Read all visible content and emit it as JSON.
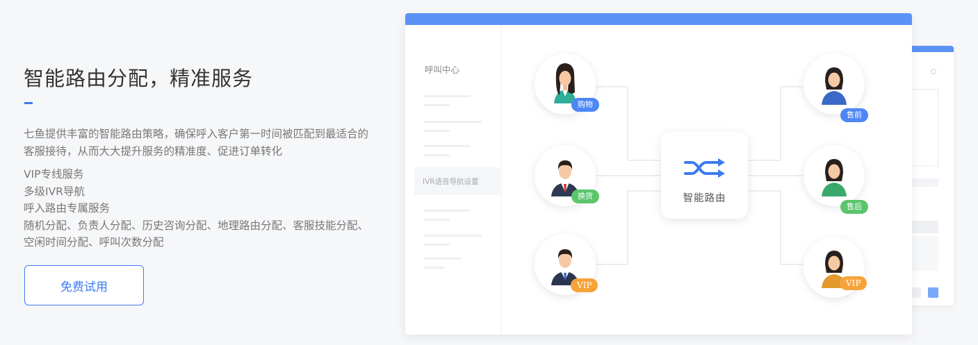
{
  "hero": {
    "title": "智能路由分配，精准服务",
    "description": "七鱼提供丰富的智能路由策略，确保呼入客户第一时间被匹配到最适合的客服接待，从而大大提升服务的精准度、促进订单转化",
    "features": [
      "VIP专线服务",
      "多级IVR导航",
      "呼入路由专属服务",
      "随机分配、负责人分配、历史咨询分配、地理路由分配、客服技能分配、空闲时间分配、呼叫次数分配"
    ],
    "cta_label": "免费试用"
  },
  "illustration": {
    "sidebar_title": "呼叫中心",
    "sidebar_active_item": "IVR语音导航设置",
    "hub_label": "智能路由",
    "hub_icon": "shuffle-icon",
    "left_badges": [
      "购物",
      "换货",
      "VIP"
    ],
    "right_badges": [
      "售前",
      "售后",
      "VIP"
    ],
    "colors": {
      "accent": "#3d7cf0",
      "header_bar": "#5b92f6",
      "badge_blue": "#4d86f5",
      "badge_green": "#5bc56b",
      "badge_orange": "#f6a43a"
    }
  }
}
